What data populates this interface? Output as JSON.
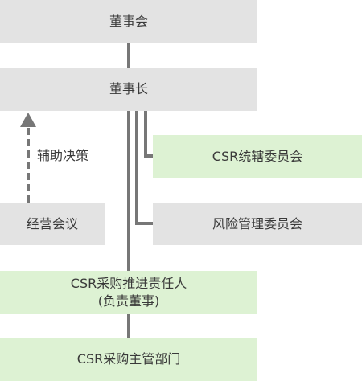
{
  "nodes": {
    "board": "董事会",
    "chairman": "董事长",
    "csr_committee": "CSR统辖委员会",
    "risk_committee": "风险管理委员会",
    "business_meeting": "经营会议",
    "csr_officer_line1": "CSR采购推进责任人",
    "csr_officer_line2": "(负责董事)",
    "csr_department": "CSR采购主管部门"
  },
  "labels": {
    "assist_decision": "辅助决策"
  },
  "colors": {
    "gray_box": "#e3e3e3",
    "green_box": "#ddf2d3",
    "connector": "#777777",
    "text": "#3a3a3a"
  }
}
